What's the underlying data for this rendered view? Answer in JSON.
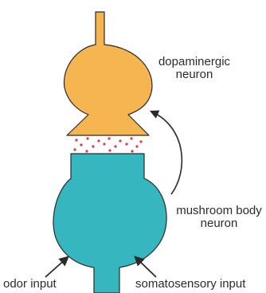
{
  "labels": {
    "dopamine_line1": "dopaminergic",
    "dopamine_line2": "neuron",
    "mushroom_line1": "mushroom body",
    "mushroom_line2": "neuron",
    "odor": "odor input",
    "somato": "somatosensory input"
  },
  "colors": {
    "dopamine_fill": "#F5B551",
    "mushroom_fill": "#36B6BE",
    "outline": "#2A2A2A",
    "dots": "#E8323C",
    "text": "#2B2B2B"
  }
}
